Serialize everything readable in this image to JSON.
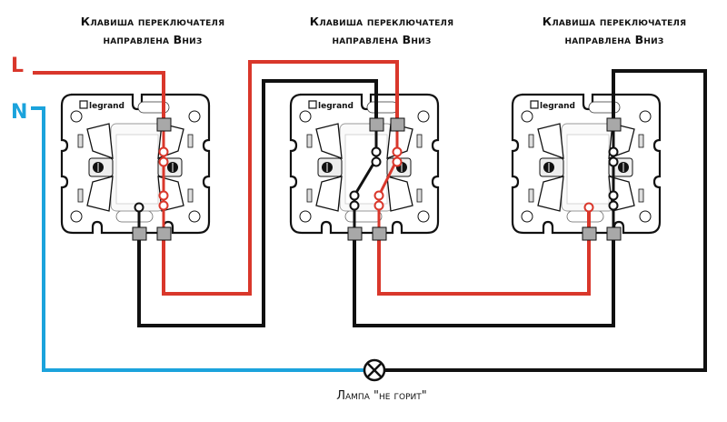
{
  "title": "Three-location lighting wiring: two pass-through switches and one cross switch",
  "switches": [
    {
      "id": "switch-1",
      "caption_line1": "Клавиша переключателя",
      "caption_line2": "направлена Вниз",
      "brand": "legrand",
      "type": "pass-through"
    },
    {
      "id": "switch-2",
      "caption_line1": "Клавиша переключателя",
      "caption_line2": "направлена Вниз",
      "brand": "legrand",
      "type": "cross"
    },
    {
      "id": "switch-3",
      "caption_line1": "Клавиша переключателя",
      "caption_line2": "направлена Вниз",
      "brand": "legrand",
      "type": "pass-through"
    }
  ],
  "lines": {
    "phase_label": "L",
    "neutral_label": "N"
  },
  "lamp": {
    "caption": "Лампа \"не горит\"",
    "icon": "lamp-symbol-icon"
  },
  "colors": {
    "phase": "#d9372b",
    "neutral": "#1ba3dc",
    "wire": "#111111",
    "terminal": "#a8a8a8",
    "outline": "#111111"
  }
}
